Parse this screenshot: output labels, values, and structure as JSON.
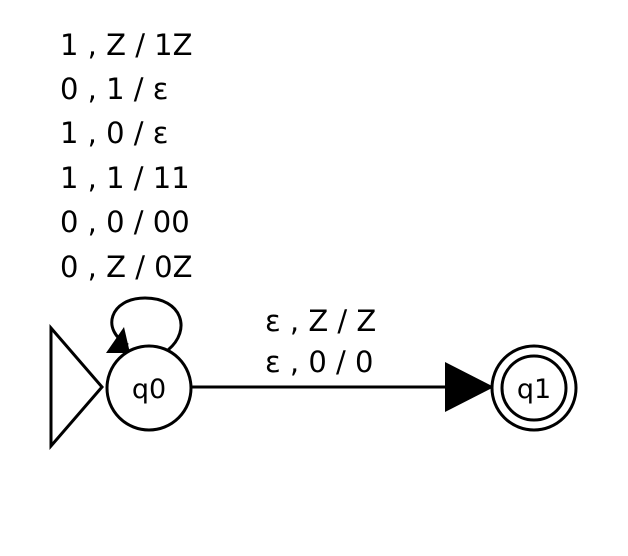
{
  "diagram": {
    "states": [
      {
        "id": "q0",
        "label": "q0",
        "initial": true,
        "accepting": false
      },
      {
        "id": "q1",
        "label": "q1",
        "initial": false,
        "accepting": true
      }
    ],
    "transitions": [
      {
        "from": "q0",
        "to": "q0",
        "labels": [
          "1 , Z / 1Z",
          "0 , 1 / ε",
          "1 , 0 / ε",
          "1 , 1 / 11",
          "0 , 0 / 00",
          "0 , Z / 0Z"
        ]
      },
      {
        "from": "q0",
        "to": "q1",
        "labels": [
          "ε , Z / Z",
          "ε , 0 / 0"
        ]
      }
    ],
    "colors": {
      "stroke": "#000000",
      "fill": "#ffffff",
      "text": "#000000"
    }
  }
}
